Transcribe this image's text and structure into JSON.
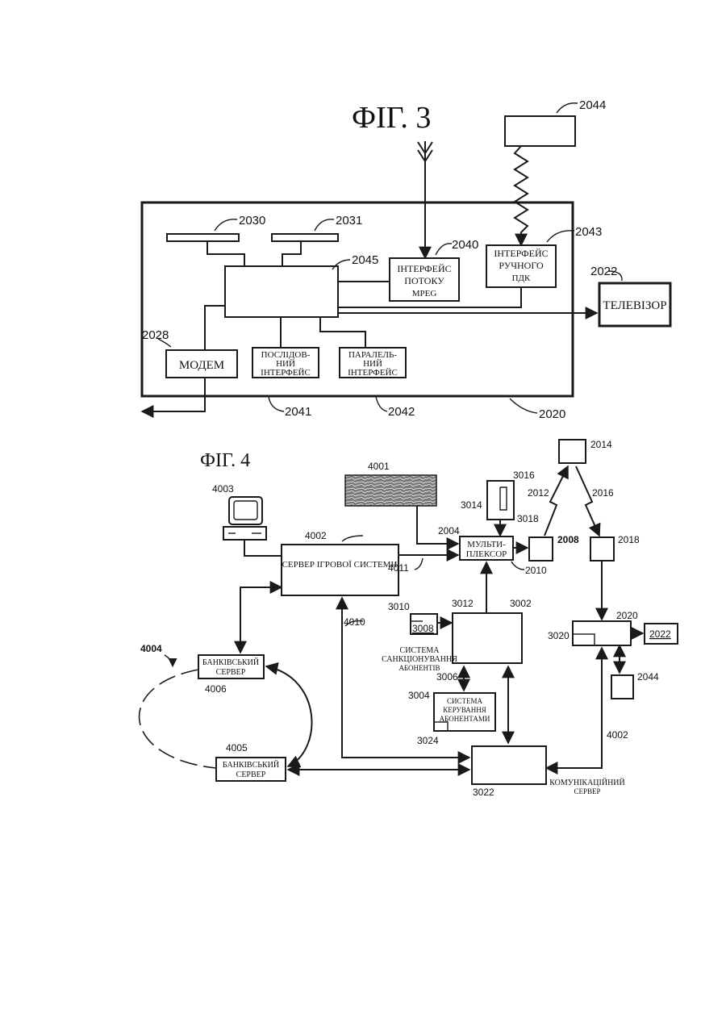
{
  "fig3": {
    "title": "ФІГ. 3",
    "refs": {
      "r2044": "2044",
      "r2030": "2030",
      "r2031": "2031",
      "r2040": "2040",
      "r2043": "2043",
      "r2045": "2045",
      "r2022": "2022",
      "r2028": "2028",
      "r2041": "2041",
      "r2042": "2042",
      "r2020": "2020"
    },
    "blocks": {
      "mpeg_l1": "ІНТЕРФЕЙС",
      "mpeg_l2": "ПОТОКУ",
      "mpeg_l3": "MPEG",
      "remote_l1": "ІНТЕРФЕЙС",
      "remote_l2": "РУЧНОГО",
      "remote_l3": "ПДК",
      "tv": "ТЕЛЕВІЗОР",
      "modem": "МОДЕМ",
      "serial_l1": "ПОСЛІДОВ-",
      "serial_l2": "НИЙ",
      "serial_l3": "ІНТЕРФЕЙС",
      "parallel_l1": "ПАРАЛЕЛЬ-",
      "parallel_l2": "НИЙ",
      "parallel_l3": "ІНТЕРФЕЙС"
    }
  },
  "fig4": {
    "title": "ФІГ. 4",
    "refs": {
      "r4001": "4001",
      "r3016": "3016",
      "r2014": "2014",
      "r4003": "4003",
      "r3014": "3014",
      "r3018": "3018",
      "r2012": "2012",
      "r2016": "2016",
      "r4002a": "4002",
      "r2004": "2004",
      "r2008": "2008",
      "r2018": "2018",
      "r4011": "4011",
      "r2010": "2010",
      "r3010": "3010",
      "r3012": "3012",
      "r3002": "3002",
      "r3008": "3008",
      "r4010": "4010",
      "r2020": "2020",
      "r3020": "3020",
      "r2022": "2022",
      "r4004": "4004",
      "r4006": "4006",
      "r3006": "3006",
      "r2044": "2044",
      "r3004": "3004",
      "r3024": "3024",
      "r4005": "4005",
      "r4002b": "4002",
      "r3022": "3022"
    },
    "blocks": {
      "game_server": "СЕРВЕР ІГРОВОЇ СИСТЕМИ",
      "mux_l1": "МУЛЬТИ-",
      "mux_l2": "ПЛЕКСОР",
      "auth_l1": "СИСТЕМА",
      "auth_l2": "САНКЦІОНУВАННЯ",
      "auth_l3": "АБОНЕНТІВ",
      "mgmt_l1": "СИСТЕМА",
      "mgmt_l2": "КЕРУВАННЯ",
      "mgmt_l3": "АБОНЕНТАМИ",
      "bank1_l1": "БАНКІВСЬКИЙ",
      "bank1_l2": "СЕРВЕР",
      "bank2_l1": "БАНКІВСЬКИЙ",
      "bank2_l2": "СЕРВЕР",
      "comm_l1": "КОМУНІКАЦІЙНИЙ",
      "comm_l2": "СЕРВЕР"
    }
  }
}
